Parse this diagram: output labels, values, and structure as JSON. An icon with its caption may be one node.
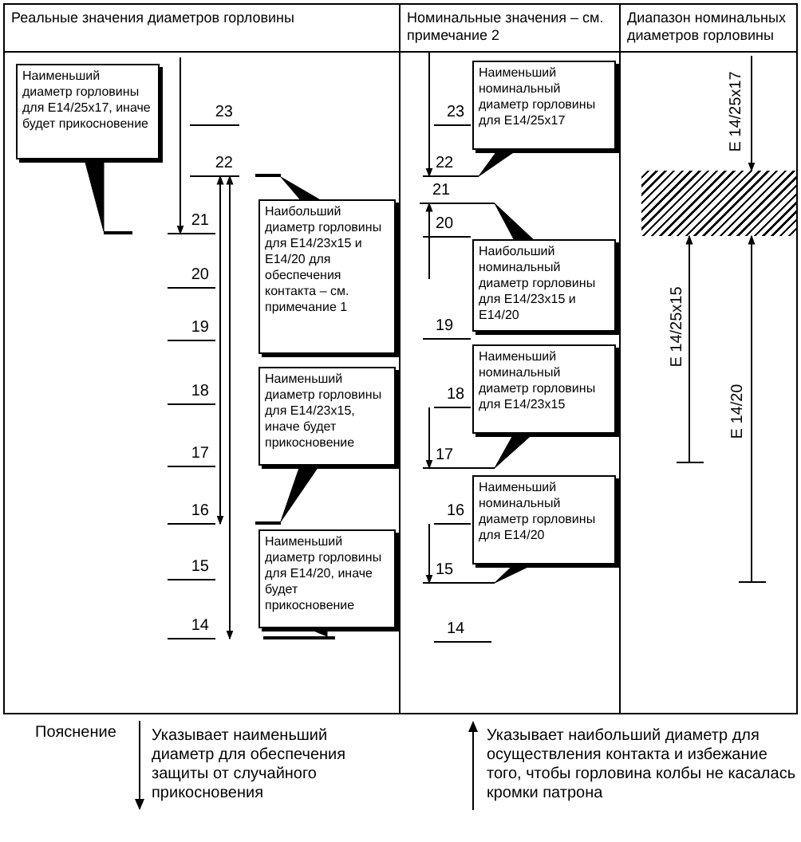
{
  "diagram": {
    "nodes": [
      {
        "text": [
          "Реальные значения диаметров горловины"
        ]
      },
      {
        "text": [
          "Наименьший диаметр горловины для E14/25x17, иначе будет прикосновение"
        ],
        "in": 0
      },
      {
        "text": [
          "Наибольший диаметр горловины для E14/23x15 и E14/20 для обеспечения контакта – см. примечание 1"
        ],
        "in": 0
      },
      {
        "text": [
          "Наименьший диаметр горловины для E14/23x15, иначе будет прикосновение"
        ],
        "in": 0
      },
      {
        "text": [
          "Наименьший диаметр горловины для E14/20, иначе будет прикосновение"
        ],
        "in": 0
      },
      {
        "text": [
          "23"
        ],
        "in": 0
      },
      {
        "text": [
          "22"
        ],
        "in": 0
      },
      {
        "text": [
          "21"
        ],
        "in": 0
      },
      {
        "text": [
          "20"
        ],
        "in": 0
      },
      {
        "text": [
          "19"
        ],
        "in": 0
      },
      {
        "text": [
          "18"
        ],
        "in": 0
      },
      {
        "text": [
          "17"
        ],
        "in": 0
      },
      {
        "text": [
          "16"
        ],
        "in": 0
      },
      {
        "text": [
          "15"
        ],
        "in": 0
      },
      {
        "text": [
          "14"
        ],
        "in": 0
      },
      {
        "text": [],
        "shape": "bar",
        "in": 0
      },
      {
        "text": [],
        "shape": "bar",
        "in": 0
      },
      {
        "text": [],
        "shape": "bar",
        "in": 0
      },
      {
        "text": [],
        "shape": "bar",
        "in": 0
      },
      {
        "text": [
          "Номинальные значения – см. примечание 2"
        ]
      },
      {
        "text": [
          "Наименьший номинальный диаметр горловины для E14/25x17"
        ],
        "in": 19
      },
      {
        "text": [
          "Наибольший номинальный диаметр горловины для E14/23x15 и E14/20"
        ],
        "in": 19
      },
      {
        "text": [
          "Наименьший номинальный диаметр горловины для E14/23x15"
        ],
        "in": 19
      },
      {
        "text": [
          "Наименьший номинальный диаметр горловины для E14/20"
        ],
        "in": 19
      },
      {
        "text": [
          "23"
        ],
        "in": 19
      },
      {
        "text": [
          "22"
        ],
        "in": 19
      },
      {
        "text": [
          "21"
        ],
        "in": 19
      },
      {
        "text": [
          "20"
        ],
        "in": 19
      },
      {
        "text": [
          "19"
        ],
        "in": 19
      },
      {
        "text": [
          "18"
        ],
        "in": 19
      },
      {
        "text": [
          "17"
        ],
        "in": 19
      },
      {
        "text": [
          "16"
        ],
        "in": 19
      },
      {
        "text": [
          "15"
        ],
        "in": 19
      },
      {
        "text": [
          "14"
        ],
        "in": 19
      },
      {
        "text": [
          "Диапазон номинальных диаметров горловины"
        ]
      },
      {
        "text": [],
        "shape": "box",
        "in": 34
      }
    ],
    "edges": [
      {
        "from": 1,
        "to": 16,
        "arrow": "none"
      },
      {
        "from": 2,
        "to": 15,
        "arrow": "none"
      },
      {
        "from": 3,
        "to": 17,
        "arrow": "none"
      },
      {
        "from": 4,
        "to": 18,
        "arrow": "none"
      },
      {
        "from": 20,
        "to": 25,
        "arrow": "none"
      },
      {
        "from": 21,
        "to": 26,
        "arrow": "none"
      },
      {
        "from": 22,
        "to": 30,
        "arrow": "none"
      },
      {
        "from": 23,
        "to": 32,
        "arrow": "none"
      },
      {
        "from": null,
        "to": 7,
        "arrow": "to"
      },
      {
        "from": 6,
        "to": 12,
        "arrow": "both"
      },
      {
        "from": 6,
        "to": 14,
        "arrow": "both"
      },
      {
        "from": null,
        "to": 25,
        "arrow": "to"
      },
      {
        "from": null,
        "to": 26,
        "arrow": "to"
      },
      {
        "from": 29,
        "to": 30,
        "arrow": "to"
      },
      {
        "from": 31,
        "to": 32,
        "arrow": "to"
      },
      {
        "from": null,
        "to": 35,
        "arrow": "to",
        "label": "E 14/25x17"
      },
      {
        "from": null,
        "to": 35,
        "arrow": "to",
        "label": "E 14/25x15"
      },
      {
        "from": null,
        "to": 35,
        "arrow": "to",
        "label": "E 14/20"
      }
    ],
    "labels": [
      "Пояснение"
    ],
    "legend": [
      {
        "text": "Указывает наименьший диаметр для обеспечения защиты от случайного прикосновения"
      },
      {
        "text": "Указывает наибольший диаметр для осуществления контакта и избежание того, чтобы горловина колбы не касалась кромки патрона"
      }
    ]
  }
}
